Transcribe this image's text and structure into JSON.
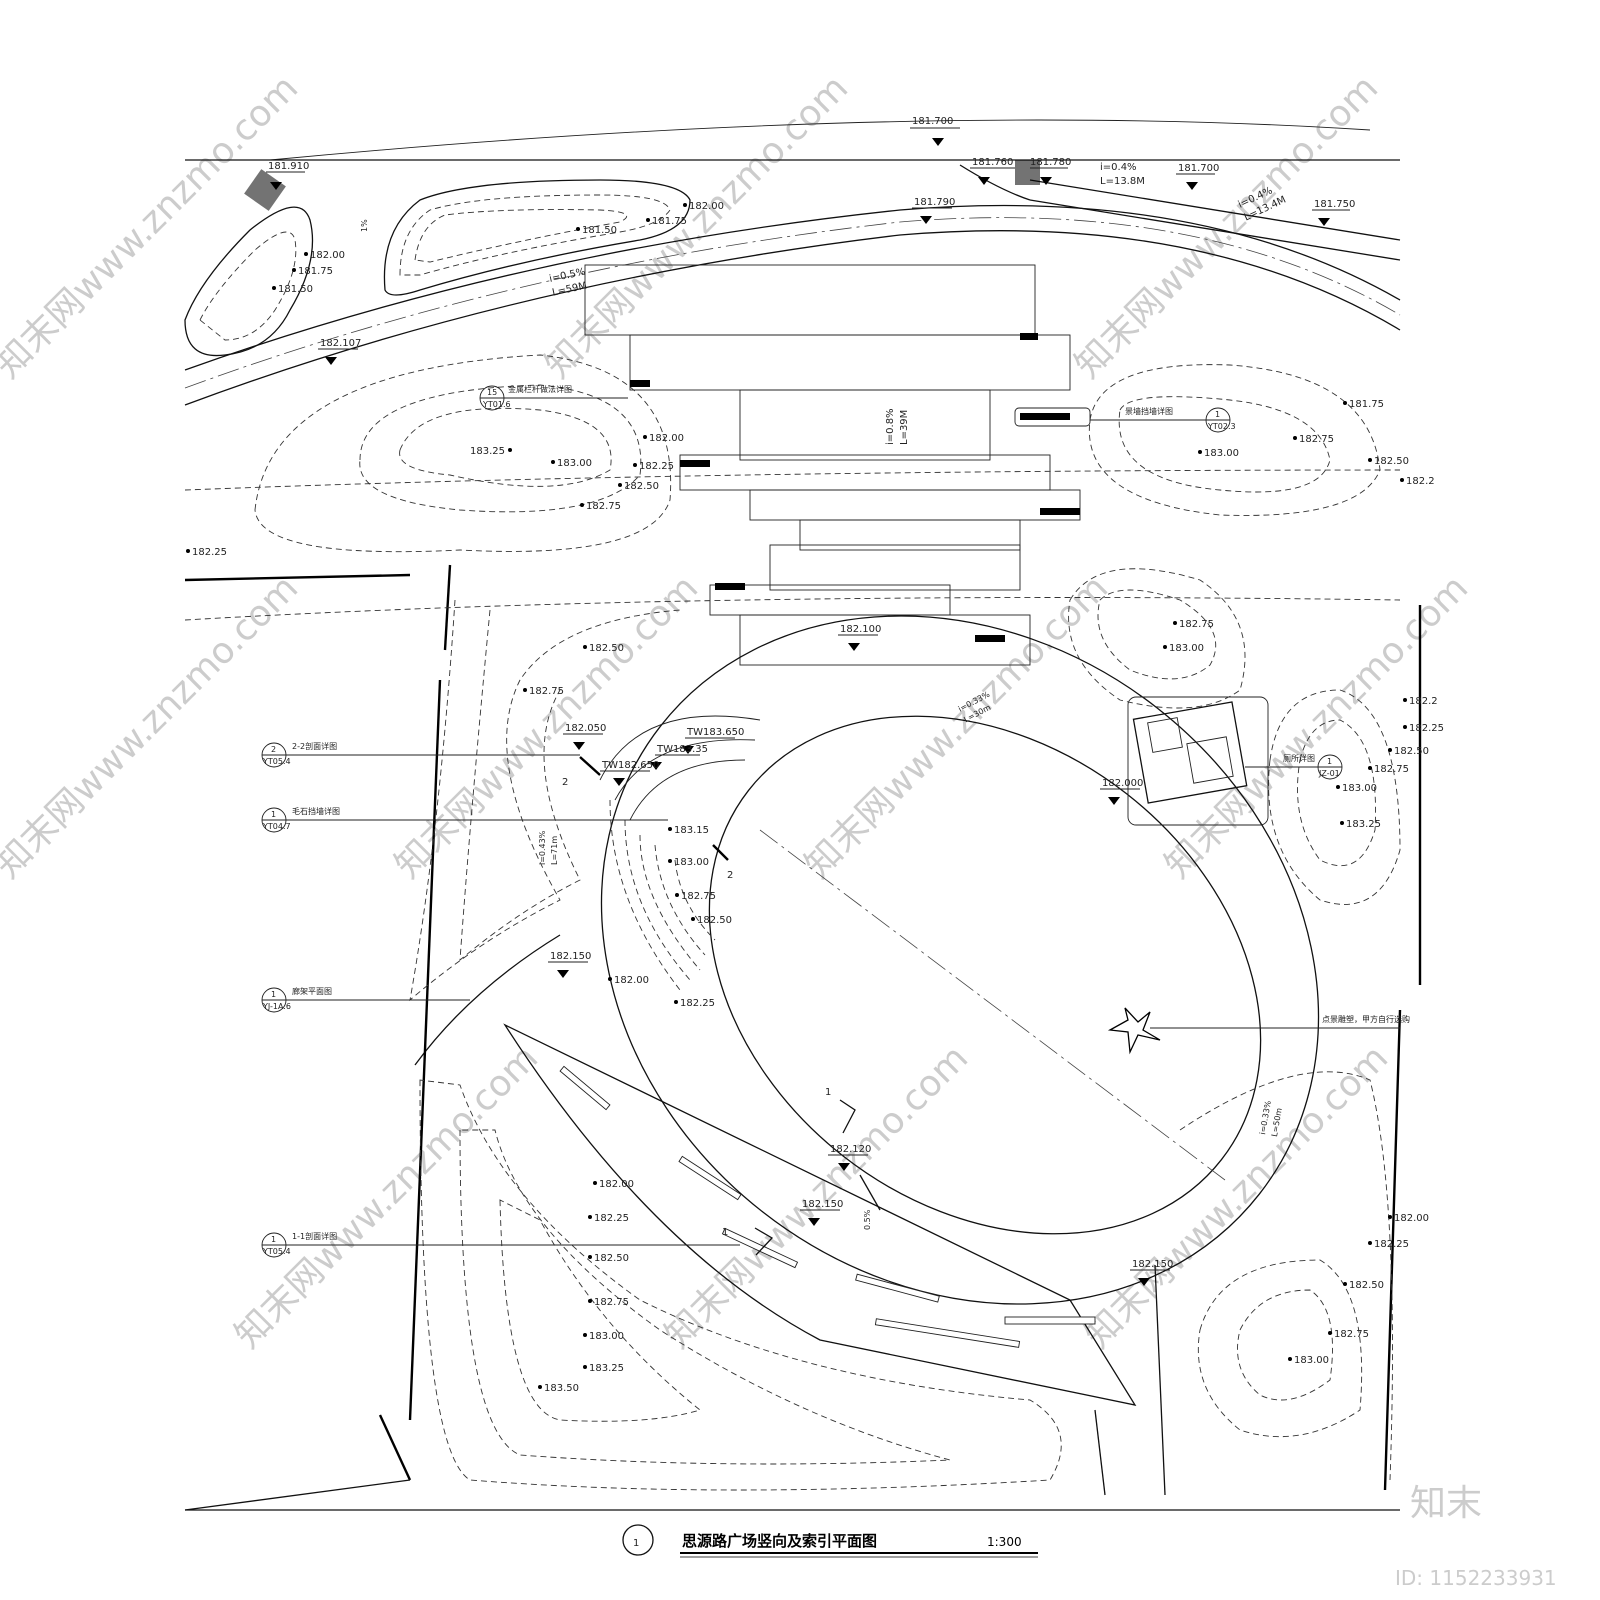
{
  "title": "思源路广场竖向及索引平面图",
  "scale": "1:300",
  "title_number": "1",
  "elevations": [
    {
      "name": "elev-181700-top",
      "text": "181.700"
    },
    {
      "name": "elev-181910",
      "text": "181.910"
    },
    {
      "name": "elev-181760",
      "text": "181.760"
    },
    {
      "name": "elev-181780",
      "text": "181.780"
    },
    {
      "name": "elev-181700-right",
      "text": "181.700"
    },
    {
      "name": "elev-181750",
      "text": "181.750"
    },
    {
      "name": "elev-181790",
      "text": "181.790"
    },
    {
      "name": "elev-182107",
      "text": "182.107"
    },
    {
      "name": "elev-182100",
      "text": "182.100"
    },
    {
      "name": "elev-182050",
      "text": "182.050"
    },
    {
      "name": "elev-182000",
      "text": "182.000"
    },
    {
      "name": "elev-182150-left",
      "text": "182.150"
    },
    {
      "name": "elev-182120",
      "text": "182.120"
    },
    {
      "name": "elev-182150-mid",
      "text": "182.150"
    },
    {
      "name": "elev-182150-right",
      "text": "182.150"
    }
  ],
  "spot_levels": [
    {
      "name": "spot-182-00-a",
      "text": "182.00"
    },
    {
      "name": "spot-181-75-a",
      "text": "181.75"
    },
    {
      "name": "spot-181-50-a",
      "text": "181.50"
    },
    {
      "name": "spot-181-50-b",
      "text": "181.50"
    },
    {
      "name": "spot-181-75-b",
      "text": "181.75"
    },
    {
      "name": "spot-182-00-b",
      "text": "182.00"
    },
    {
      "name": "spot-183-25-a",
      "text": "183.25"
    },
    {
      "name": "spot-183-00-a",
      "text": "183.00"
    },
    {
      "name": "spot-182-00-c",
      "text": "182.00"
    },
    {
      "name": "spot-182-25-a",
      "text": "182.25"
    },
    {
      "name": "spot-182-50-a",
      "text": "182.50"
    },
    {
      "name": "spot-182-75-a",
      "text": "182.75"
    },
    {
      "name": "spot-182-25-b",
      "text": "182.25"
    },
    {
      "name": "spot-182-50-b",
      "text": "182.50"
    },
    {
      "name": "spot-182-75-b",
      "text": "182.75"
    },
    {
      "name": "spot-181-75-c",
      "text": "181.75"
    },
    {
      "name": "spot-182-75-c",
      "text": "182.75"
    },
    {
      "name": "spot-183-00-b",
      "text": "183.00"
    },
    {
      "name": "spot-182-50-c",
      "text": "182.50"
    },
    {
      "name": "spot-182-2",
      "text": "182.2"
    },
    {
      "name": "spot-182-75-d",
      "text": "182.75"
    },
    {
      "name": "spot-183-00-c",
      "text": "183.00"
    },
    {
      "name": "spot-182-2-b",
      "text": "182.2"
    },
    {
      "name": "spot-182-25-c",
      "text": "182.25"
    },
    {
      "name": "spot-182-50-d",
      "text": "182.50"
    },
    {
      "name": "spot-182-75-e",
      "text": "182.75"
    },
    {
      "name": "spot-183-00-d",
      "text": "183.00"
    },
    {
      "name": "spot-183-25-b",
      "text": "183.25"
    },
    {
      "name": "spot-183-15",
      "text": "183.15"
    },
    {
      "name": "spot-183-00-e",
      "text": "183.00"
    },
    {
      "name": "spot-182-75-f",
      "text": "182.75"
    },
    {
      "name": "spot-182-50-e",
      "text": "182.50"
    },
    {
      "name": "spot-182-00-d",
      "text": "182.00"
    },
    {
      "name": "spot-182-25-d",
      "text": "182.25"
    },
    {
      "name": "spot-182-00-e",
      "text": "182.00"
    },
    {
      "name": "spot-182-25-e",
      "text": "182.25"
    },
    {
      "name": "spot-182-50-f",
      "text": "182.50"
    },
    {
      "name": "spot-182-75-g",
      "text": "182.75"
    },
    {
      "name": "spot-183-00-f",
      "text": "183.00"
    },
    {
      "name": "spot-183-25-c",
      "text": "183.25"
    },
    {
      "name": "spot-183-50",
      "text": "183.50"
    },
    {
      "name": "spot-182-00-f",
      "text": "182.00"
    },
    {
      "name": "spot-182-25-f",
      "text": "182.25"
    },
    {
      "name": "spot-182-50-g",
      "text": "182.50"
    },
    {
      "name": "spot-182-75-h",
      "text": "182.75"
    },
    {
      "name": "spot-183-00-g",
      "text": "183.00"
    }
  ],
  "top_of_wall": [
    {
      "name": "tw-183-650",
      "text": "TW183.650"
    },
    {
      "name": "tw-183-35",
      "text": "TW183.35"
    },
    {
      "name": "tw-182-650",
      "text": "TW182.650"
    }
  ],
  "slopes": [
    {
      "name": "slope-top-right-1",
      "i": "i=0.4%",
      "L": "L=13.8M"
    },
    {
      "name": "slope-top-right-2",
      "i": "i=0.4%",
      "L": "L=13.4M"
    },
    {
      "name": "slope-road",
      "i": "i=0.5%",
      "L": "L=59M"
    },
    {
      "name": "slope-stair",
      "i": "i=0.8%",
      "L": "L=39M"
    },
    {
      "name": "slope-oval-top",
      "i": "i=0.33%",
      "L": "L=30m"
    },
    {
      "name": "slope-oval-left",
      "i": "i=0.43%",
      "L": "L=71m"
    },
    {
      "name": "slope-oval-right",
      "i": "i=0.33%",
      "L": "L=50m"
    }
  ],
  "misc_text": {
    "slope_small": "1%",
    "slope_oval_bottom": "0.5%"
  },
  "callouts": [
    {
      "name": "callout-15",
      "num": "15",
      "sheet": "YT01.6",
      "text": "金属栏杆做法详图"
    },
    {
      "name": "callout-right-1",
      "num": "1",
      "sheet": "YT02.3",
      "text": "景墙挡墙详图"
    },
    {
      "name": "callout-2-2",
      "num": "2",
      "sheet": "YT05.4",
      "text": "2-2剖面详图"
    },
    {
      "name": "callout-stone-wall",
      "num": "1",
      "sheet": "YT04.7",
      "text": "毛石挡墙详图"
    },
    {
      "name": "callout-toilet",
      "num": "1",
      "sheet": "JZ-01",
      "text": "厕所详图"
    },
    {
      "name": "callout-pergola",
      "num": "1",
      "sheet": "YJ-1A.6",
      "text": "廊架平面图"
    },
    {
      "name": "callout-1-1",
      "num": "1",
      "sheet": "YT05.4",
      "text": "1-1剖面详图"
    }
  ],
  "sculpture_note": "点景雕塑，甲方自行选购",
  "section_marks": [
    "1",
    "1",
    "2",
    "2"
  ],
  "watermarks": {
    "site": "知末网www.znzmo.com",
    "logo": "知末",
    "id": "ID: 1152233931"
  }
}
